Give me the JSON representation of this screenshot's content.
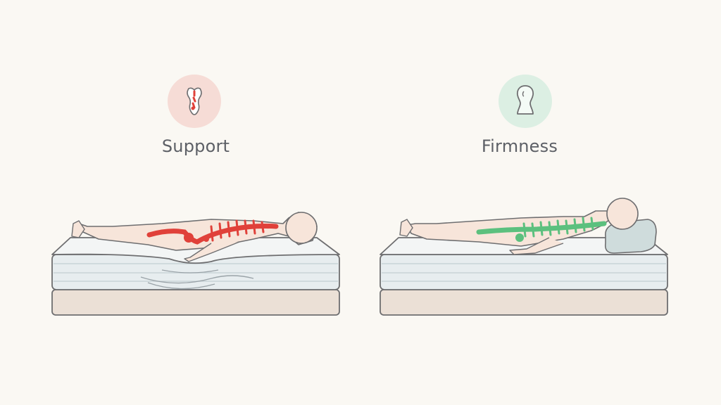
{
  "panels": [
    {
      "title": "Support",
      "badge_icon": "spine-misaligned-icon",
      "badge_bg": "#f6dcd6",
      "accent": "#e0413a",
      "illustration": "sagging-mattress-misaligned-spine"
    },
    {
      "title": "Firmness",
      "badge_icon": "head-silhouette-icon",
      "badge_bg": "#dcefe3",
      "accent": "#5cc07e",
      "illustration": "firm-mattress-aligned-spine-with-pillow"
    }
  ],
  "colors": {
    "background": "#faf8f3",
    "outline": "#6e6e70",
    "skin": "#f7e5da",
    "mattress_top": "#f0f3f3",
    "mattress_side": "#dfe6e9",
    "base": "#ebe0d6",
    "pillow": "#cfdcdc"
  }
}
